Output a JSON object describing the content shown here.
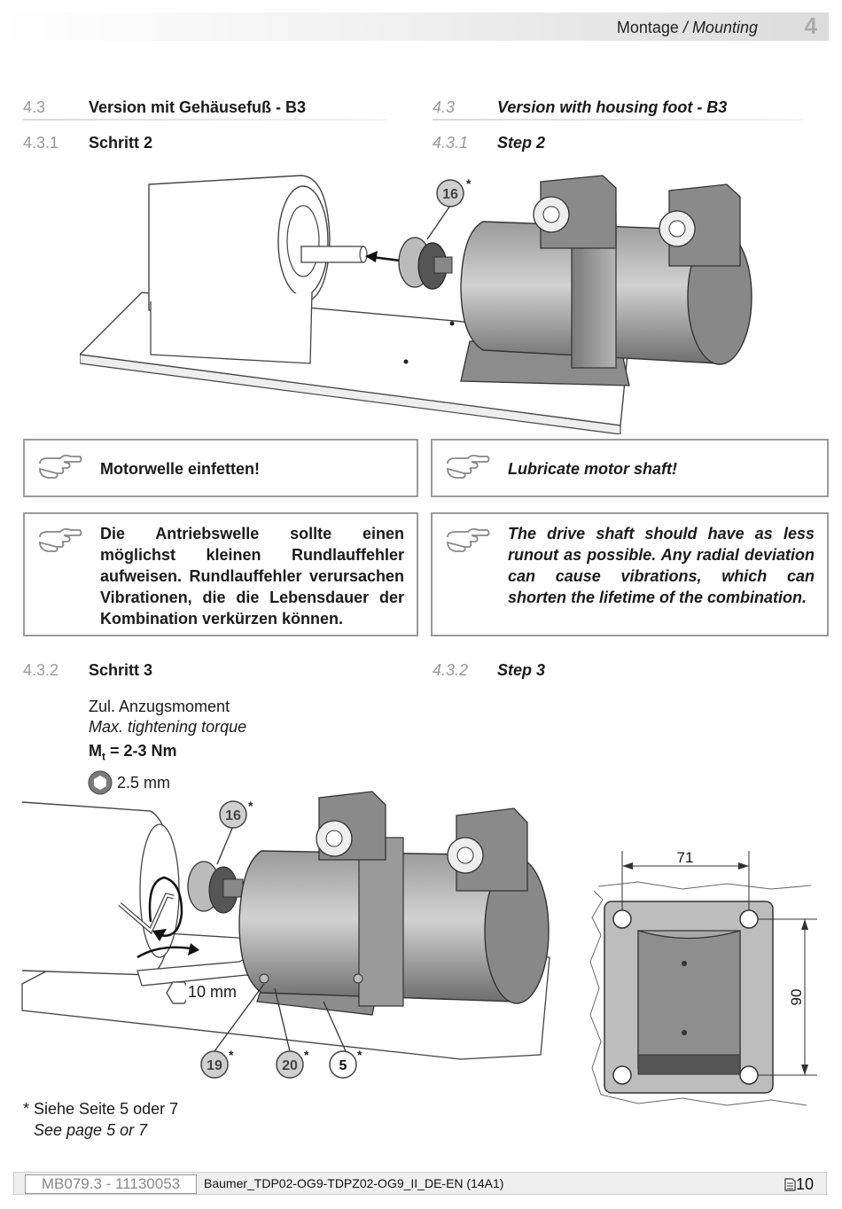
{
  "header": {
    "title_de": "Montage",
    "title_sep": " / ",
    "title_en": "Mounting",
    "chapter": "4"
  },
  "sec_4_3": {
    "num": "4.3",
    "de": "Version mit Gehäusefuß - B3",
    "en": "Version with housing foot - B3"
  },
  "sec_4_3_1": {
    "num": "4.3.1",
    "de": "Schritt 2",
    "en": "Step 2"
  },
  "fig1": {
    "callout": "16",
    "star": "*"
  },
  "note1": {
    "de": "Motorwelle einfetten!",
    "en": "Lubricate motor shaft!"
  },
  "note2": {
    "de": "Die Antriebswelle sollte einen möglichst kleinen Rundlauffehler aufweisen. Rundlauffehler verursachen Vibrationen, die die Lebensdauer der Kombination verkürzen können.",
    "en": "The drive shaft should have as less runout as possible. Any radial deviation can cause vibrations, which can shorten the lifetime of the combination."
  },
  "sec_4_3_2": {
    "num": "4.3.2",
    "de": "Schritt 3",
    "en": "Step 3"
  },
  "torque": {
    "label_de": "Zul. Anzugsmoment",
    "label_en": "Max. tightening torque",
    "symbol": "M",
    "sub": "t",
    "value": " = 2-3 Nm",
    "hex_key": "2.5 mm"
  },
  "fig2": {
    "callout_top": "16",
    "wrench": "10 mm",
    "callout_a": "19",
    "callout_b": "20",
    "callout_c": "5",
    "star": "*"
  },
  "foot_drawing": {
    "dim_width": "71",
    "dim_height": "90"
  },
  "footnote": {
    "de": "* Siehe Seite 5 oder 7",
    "en": "See page 5 or 7"
  },
  "footer": {
    "doc_id": "MB079.3 - 11130053",
    "doc_name": "Baumer_TDP02-OG9-TDPZ02-OG9_II_DE-EN (14A1)",
    "page": "10"
  }
}
